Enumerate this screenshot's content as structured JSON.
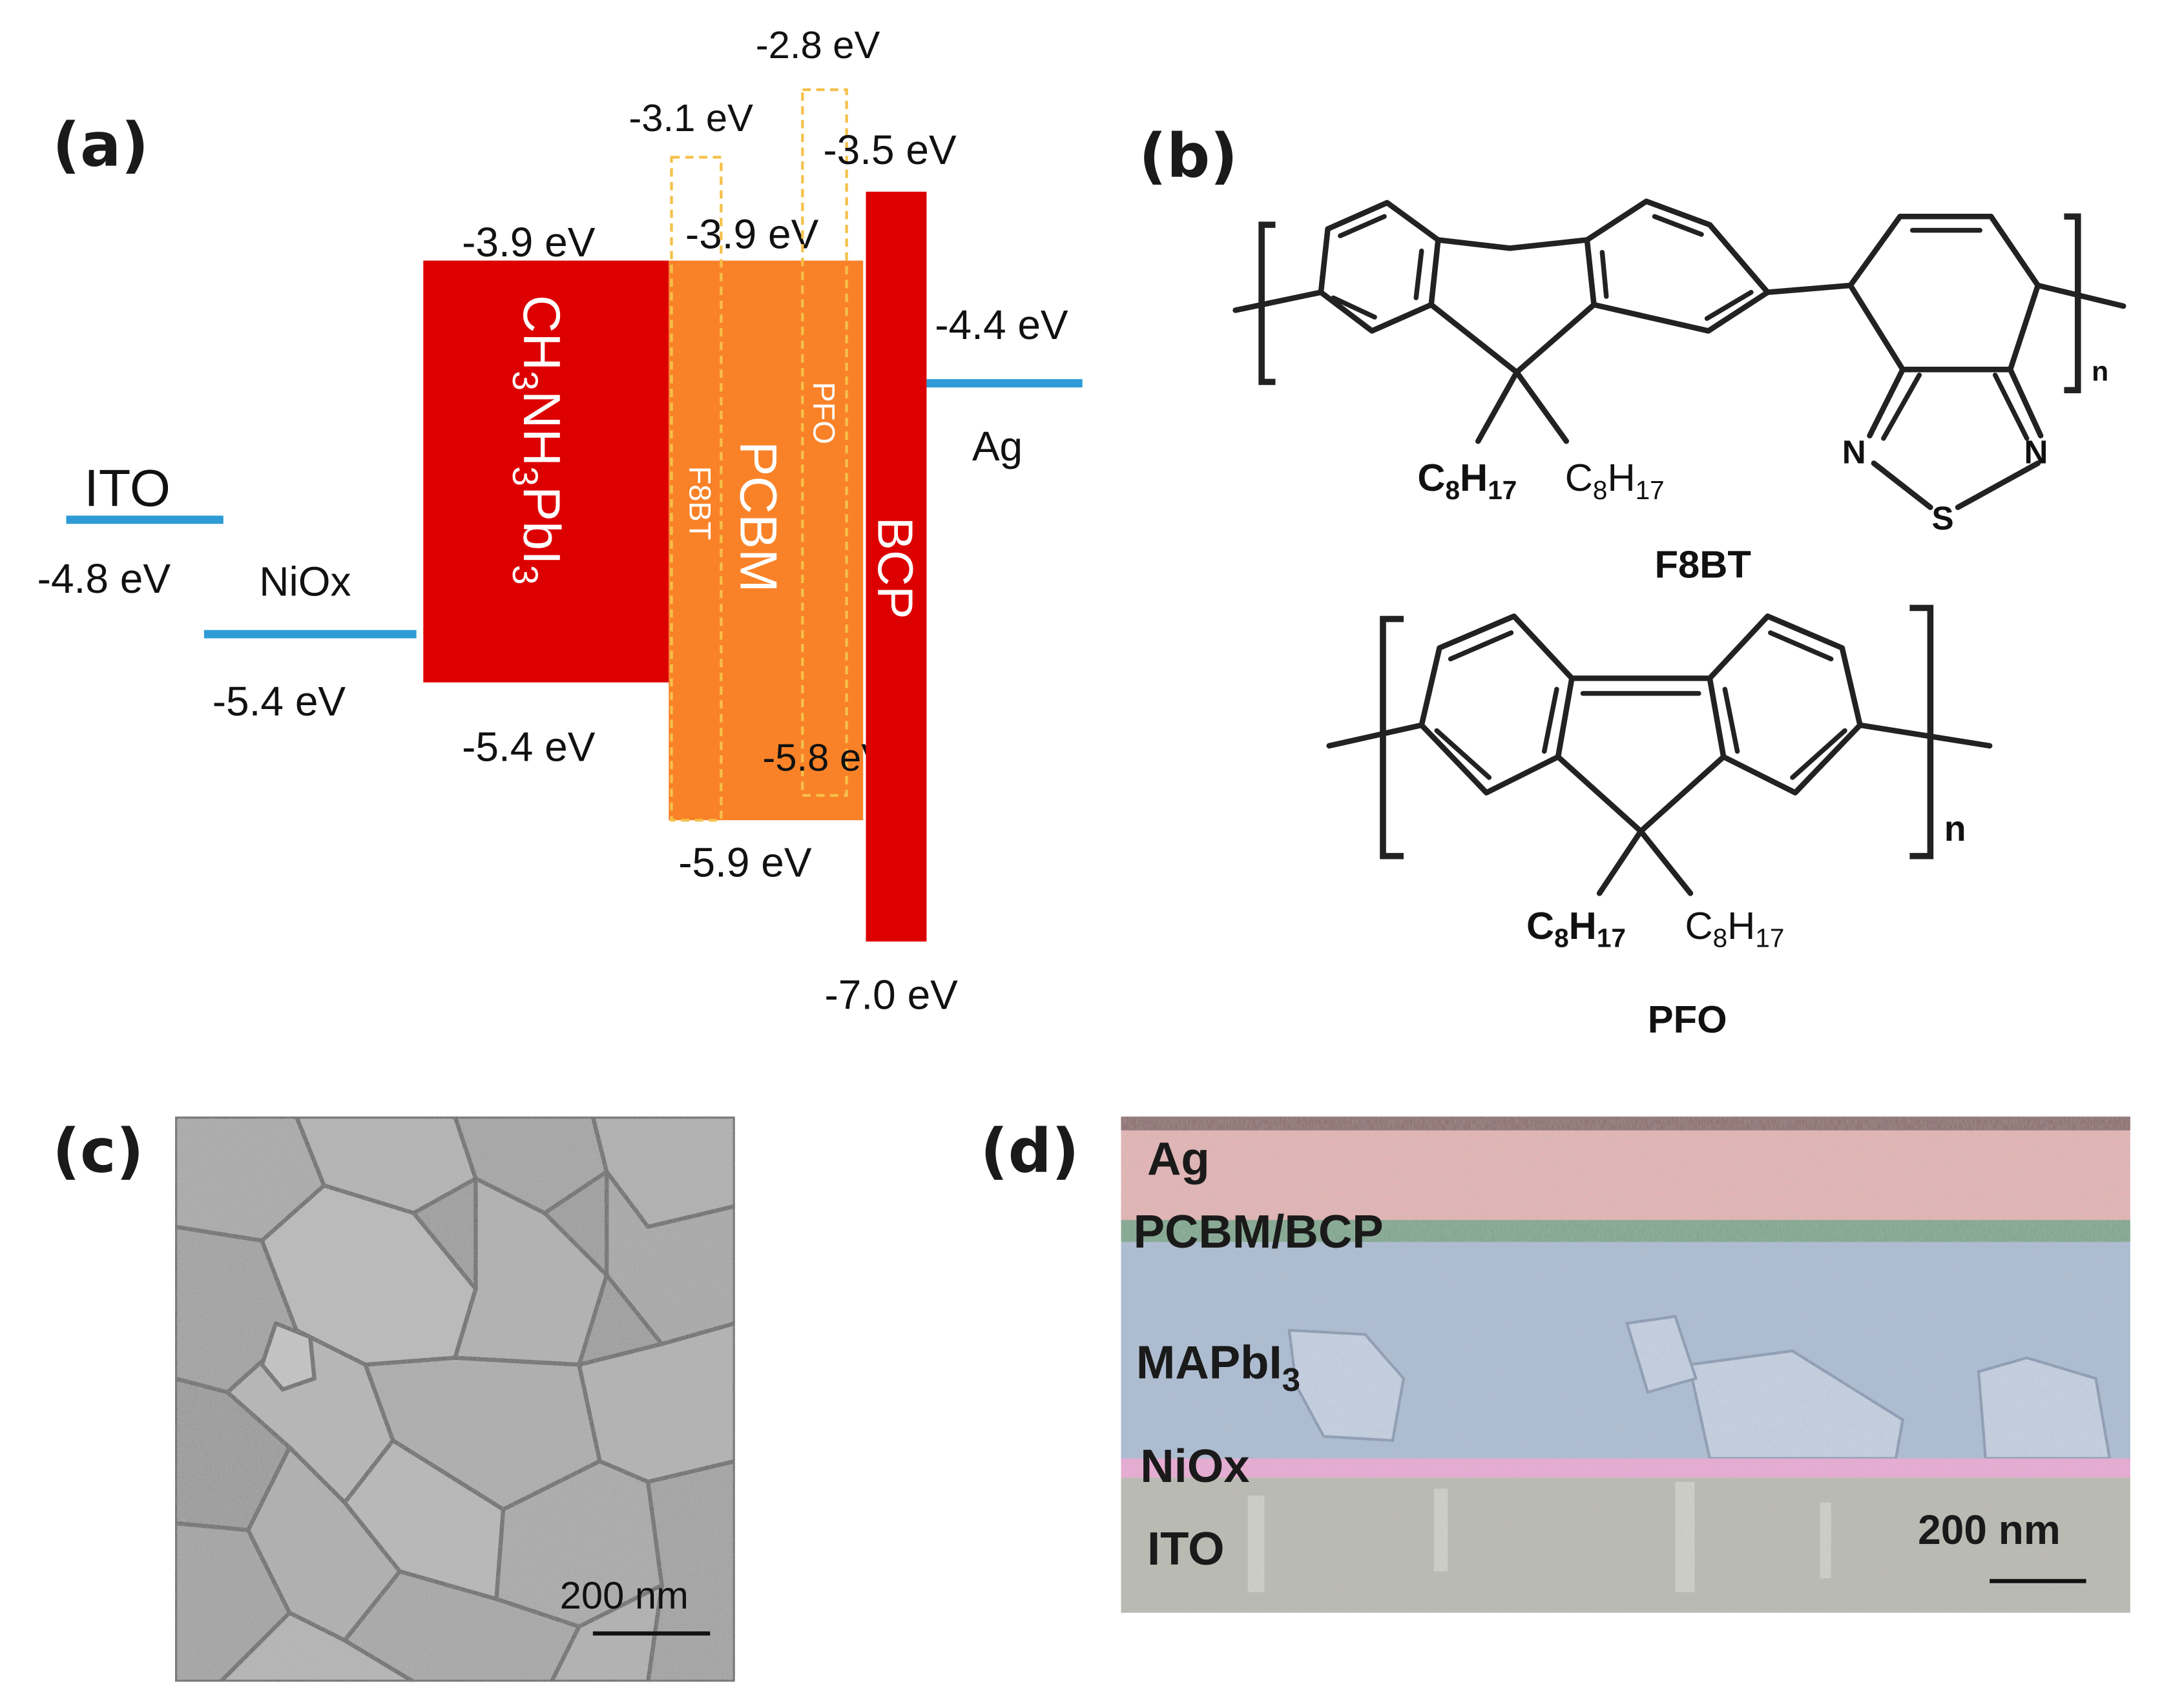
{
  "panels": {
    "a": "(a)",
    "b": "(b)",
    "c": "(c)",
    "d": "(d)"
  },
  "energy_diagram": {
    "ito": {
      "name": "ITO",
      "level": "-4.8 eV"
    },
    "niox": {
      "name": "NiOx",
      "level": "-5.4 eV"
    },
    "perovskite": {
      "name_parts": [
        "CH",
        "3",
        "NH",
        "3",
        "PbI",
        "3"
      ],
      "lumo": "-3.9 eV",
      "homo": "-5.4 eV"
    },
    "pcbm": {
      "name": "PCBM",
      "lumo": "-3.9 eV",
      "homo": "-5.9 eV"
    },
    "f8bt": {
      "name": "F8BT",
      "lumo": "-3.1 eV"
    },
    "pfo": {
      "name": "PFO",
      "lumo": "-2.8 eV",
      "homo": "-5.8 eV"
    },
    "bcp": {
      "name": "BCP",
      "lumo": "-3.5 eV",
      "homo": "-7.0 eV"
    },
    "ag": {
      "name": "Ag",
      "level": "-4.4 eV"
    },
    "colors": {
      "electrode": "#2e9bd6",
      "perovskite": "#dd0000",
      "pcbm": "#f98228",
      "bcp": "#dd0000",
      "dashed_outline": "#f5c04a",
      "band_label": "#ffffff"
    }
  },
  "structures": {
    "f8bt": {
      "name": "F8BT",
      "side_chain_bold": {
        "main": "C",
        "sub1": "8",
        "main2": "H",
        "sub2": "17"
      },
      "side_chain": {
        "main": "C",
        "sub1": "8",
        "main2": "H",
        "sub2": "17"
      },
      "n_left": "N",
      "n_right": "N",
      "s": "S",
      "repeat": "n"
    },
    "pfo": {
      "name": "PFO",
      "side_chain_bold": {
        "main": "C",
        "sub1": "8",
        "main2": "H",
        "sub2": "17"
      },
      "side_chain": {
        "main": "C",
        "sub1": "8",
        "main2": "H",
        "sub2": "17"
      },
      "repeat": "n"
    }
  },
  "sem_surface": {
    "scale_bar": "200 nm"
  },
  "sem_cross_section": {
    "layers": [
      {
        "name": "Ag",
        "color": "#e9b3b3"
      },
      {
        "name": "PCBM/BCP",
        "color": "#7aa58a"
      },
      {
        "name_main": "MAPbI",
        "name_sub": "3",
        "color": "#a9bcd6"
      },
      {
        "name": "NiOx",
        "color": "#f0a8d8"
      },
      {
        "name": "ITO",
        "color": "#b9bab0"
      }
    ],
    "scale_bar": "200 nm"
  }
}
